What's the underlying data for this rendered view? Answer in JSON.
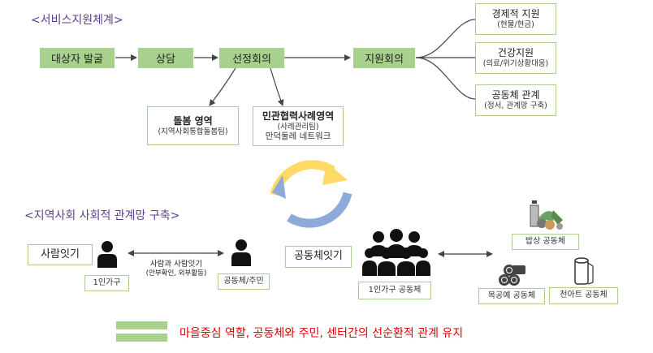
{
  "section1": {
    "heading": "<서비스지원체계>",
    "steps": [
      "대상자 발굴",
      "상담",
      "선정회의",
      "지원회의"
    ],
    "support": [
      {
        "title": "경제적 지원",
        "sub": "(현물/현금)"
      },
      {
        "title": "건강지원",
        "sub": "(의료/위기상황대응)"
      },
      {
        "title": "공동체 관계",
        "sub": "(정서, 관계망 구축)"
      }
    ],
    "care": {
      "title": "돌봄 영역",
      "sub": "(지역사회통합돌봄팀)"
    },
    "partner": {
      "title": "민관협력사례영역",
      "line2": "(사례관리팀)",
      "line3": "만덕둘레 네트워크"
    }
  },
  "section2": {
    "heading": "<지역사회 사회적 관계망 구축>",
    "people_link": {
      "label": "사람잇기",
      "left_person": "1인가구",
      "right_person": "공동체/주민",
      "arrow_label": "사람과 사람잇기",
      "arrow_sub": "(안부확인, 외부활동)"
    },
    "community_link": {
      "label": "공동체잇기",
      "group": "1인가구 공동체",
      "items": [
        "밥상 공동체",
        "목공예 공동체",
        "천아트 공동체"
      ]
    }
  },
  "legend": {
    "text": "마을중심 역할, 공동체와 주민, 센터간의 선순환적 관계 유지",
    "text_color": "#e00000",
    "swatch_color": "#a9d18e"
  },
  "colors": {
    "green": "#a9d18e",
    "arrow_yellow": "#ffd966",
    "arrow_blue": "#8eaadb",
    "heading": "#5b3f8c"
  }
}
